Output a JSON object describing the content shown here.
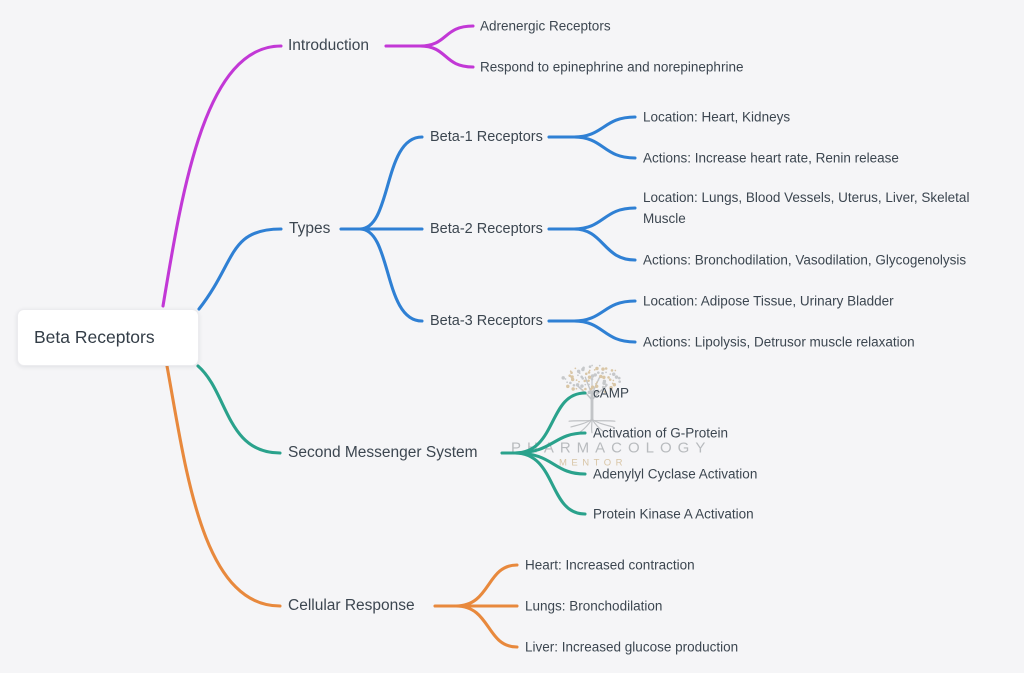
{
  "root": {
    "label": "Beta Receptors"
  },
  "colors": {
    "background": "#f5f5f7",
    "text": "#3c4650",
    "introduction": "#c238d6",
    "types": "#2f80d4",
    "second_messenger_system": "#2aa28c",
    "cellular_response": "#e8893d"
  },
  "branches": {
    "introduction": {
      "label": "Introduction",
      "children": [
        {
          "label": "Adrenergic Receptors"
        },
        {
          "label": "Respond to epinephrine and norepinephrine"
        }
      ]
    },
    "types": {
      "label": "Types",
      "children": [
        {
          "label": "Beta-1 Receptors",
          "children": [
            {
              "label": "Location: Heart, Kidneys"
            },
            {
              "label": "Actions: Increase heart rate, Renin release"
            }
          ]
        },
        {
          "label": "Beta-2 Receptors",
          "children": [
            {
              "label": "Location: Lungs, Blood Vessels, Uterus, Liver, Skeletal Muscle"
            },
            {
              "label": "Actions: Bronchodilation, Vasodilation, Glycogenolysis"
            }
          ]
        },
        {
          "label": "Beta-3 Receptors",
          "children": [
            {
              "label": "Location: Adipose Tissue, Urinary Bladder"
            },
            {
              "label": "Actions: Lipolysis, Detrusor muscle relaxation"
            }
          ]
        }
      ]
    },
    "second_messenger_system": {
      "label": "Second Messenger System",
      "children": [
        {
          "label": "cAMP"
        },
        {
          "label": "Activation of G-Protein"
        },
        {
          "label": "Adenylyl Cyclase Activation"
        },
        {
          "label": "Protein Kinase A Activation"
        }
      ]
    },
    "cellular_response": {
      "label": "Cellular Response",
      "children": [
        {
          "label": "Heart: Increased contraction"
        },
        {
          "label": "Lungs: Bronchodilation"
        },
        {
          "label": "Liver: Increased glucose production"
        }
      ]
    }
  },
  "watermark": {
    "line1": "PHARMACOLOGY",
    "line2": "MENTOR"
  }
}
